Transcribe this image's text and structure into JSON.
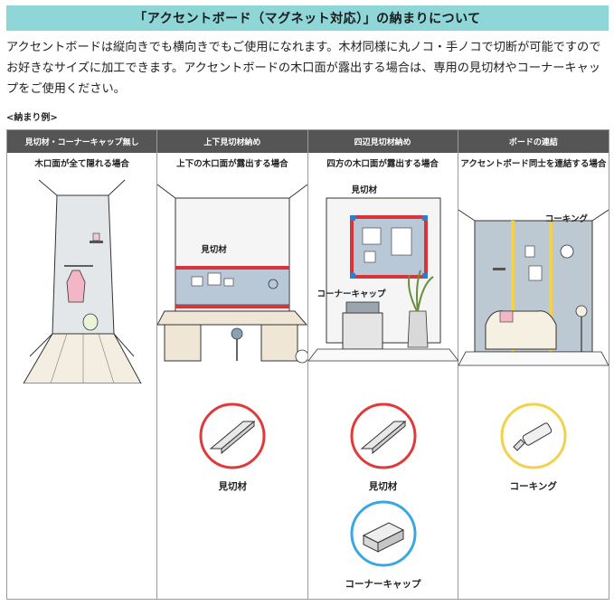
{
  "title": "「アクセントボード（マグネット対応）」の納まりについて",
  "intro": "アクセントボードは縦向きでも横向きでもご使用になれます。木材同様に丸ノコ・手ノコで切断が可能ですのでお好きなサイズに加工できます。アクセントボードの木口面が露出する場合は、専用の見切材やコーナーキャップをご使用ください。",
  "example_label": "<納まり例>",
  "columns": [
    {
      "header": "見切材・コーナーキャップ無し",
      "subtitle": "木口面が全て隠れる場合"
    },
    {
      "header": "上下見切材納め",
      "subtitle": "上下の木口面が露出する場合",
      "callout": "見切材",
      "parts": [
        {
          "label": "見切材",
          "ring_color": "#e03a3a"
        }
      ]
    },
    {
      "header": "四辺見切材納め",
      "subtitle": "四方の木口面が露出する場合",
      "callout_top": "見切材",
      "callout_bottom": "コーナーキャップ",
      "parts": [
        {
          "label": "見切材",
          "ring_color": "#e03a3a"
        },
        {
          "label": "コーナーキャップ",
          "ring_color": "#3aa7e0"
        }
      ]
    },
    {
      "header": "ボードの連結",
      "subtitle": "アクセントボード同士を連結する場合",
      "callout": "コーキング",
      "parts": [
        {
          "label": "コーキング",
          "ring_color": "#f2d24a"
        }
      ]
    }
  ]
}
